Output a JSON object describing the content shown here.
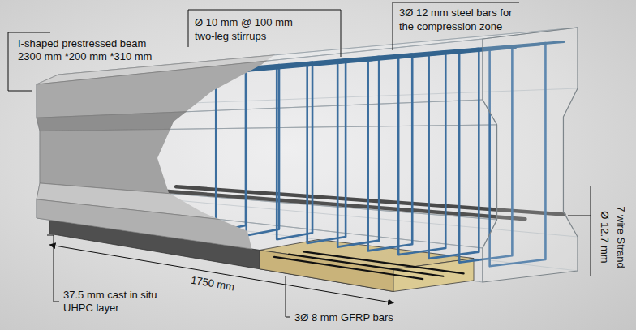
{
  "diagram": {
    "labels": [
      "I-shaped prestressed beam",
      "2300 mm *200 mm *310 mm",
      "Ø 10 mm @ 100 mm",
      "two-leg stirrups",
      "3Ø 12 mm steel bars for",
      "the compression zone",
      "7 wire Strand",
      "Ø 12.7 mm",
      "1750 mm",
      "37.5 mm cast in situ",
      "UHPC layer",
      "3Ø 8 mm GFRP bars"
    ]
  }
}
